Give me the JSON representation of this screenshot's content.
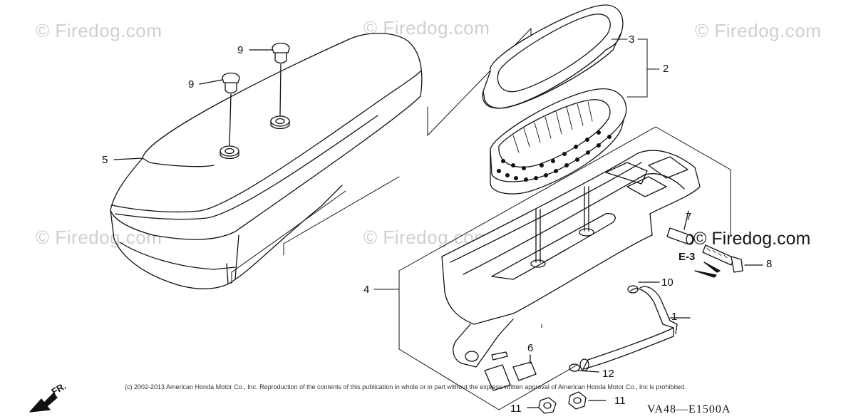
{
  "watermarks": [
    "© Firedog.com",
    "© Firedog.com",
    "© Firedog.com",
    "© Firedog.com",
    "© Firedog.com",
    "© Firedog.com"
  ],
  "watermark_dark": "© Firedog.com",
  "callouts": {
    "c1": "1",
    "c2": "2",
    "c3": "3",
    "c4": "4",
    "c5": "5",
    "c6": "6",
    "c7": "7",
    "c8": "8",
    "c9a": "9",
    "c9b": "9",
    "c10": "10",
    "c11a": "11",
    "c11b": "11",
    "c12": "12"
  },
  "reference": "E-3",
  "front_label": "FR.",
  "copyright": "(c) 2002-2013 American Honda Motor Co., Inc. Reproduction of the contents of this publication in whole or in part without the express written approval of American Honda Motor Co., Inc is prohibited.",
  "diagram_code": "VA48—E1500A"
}
